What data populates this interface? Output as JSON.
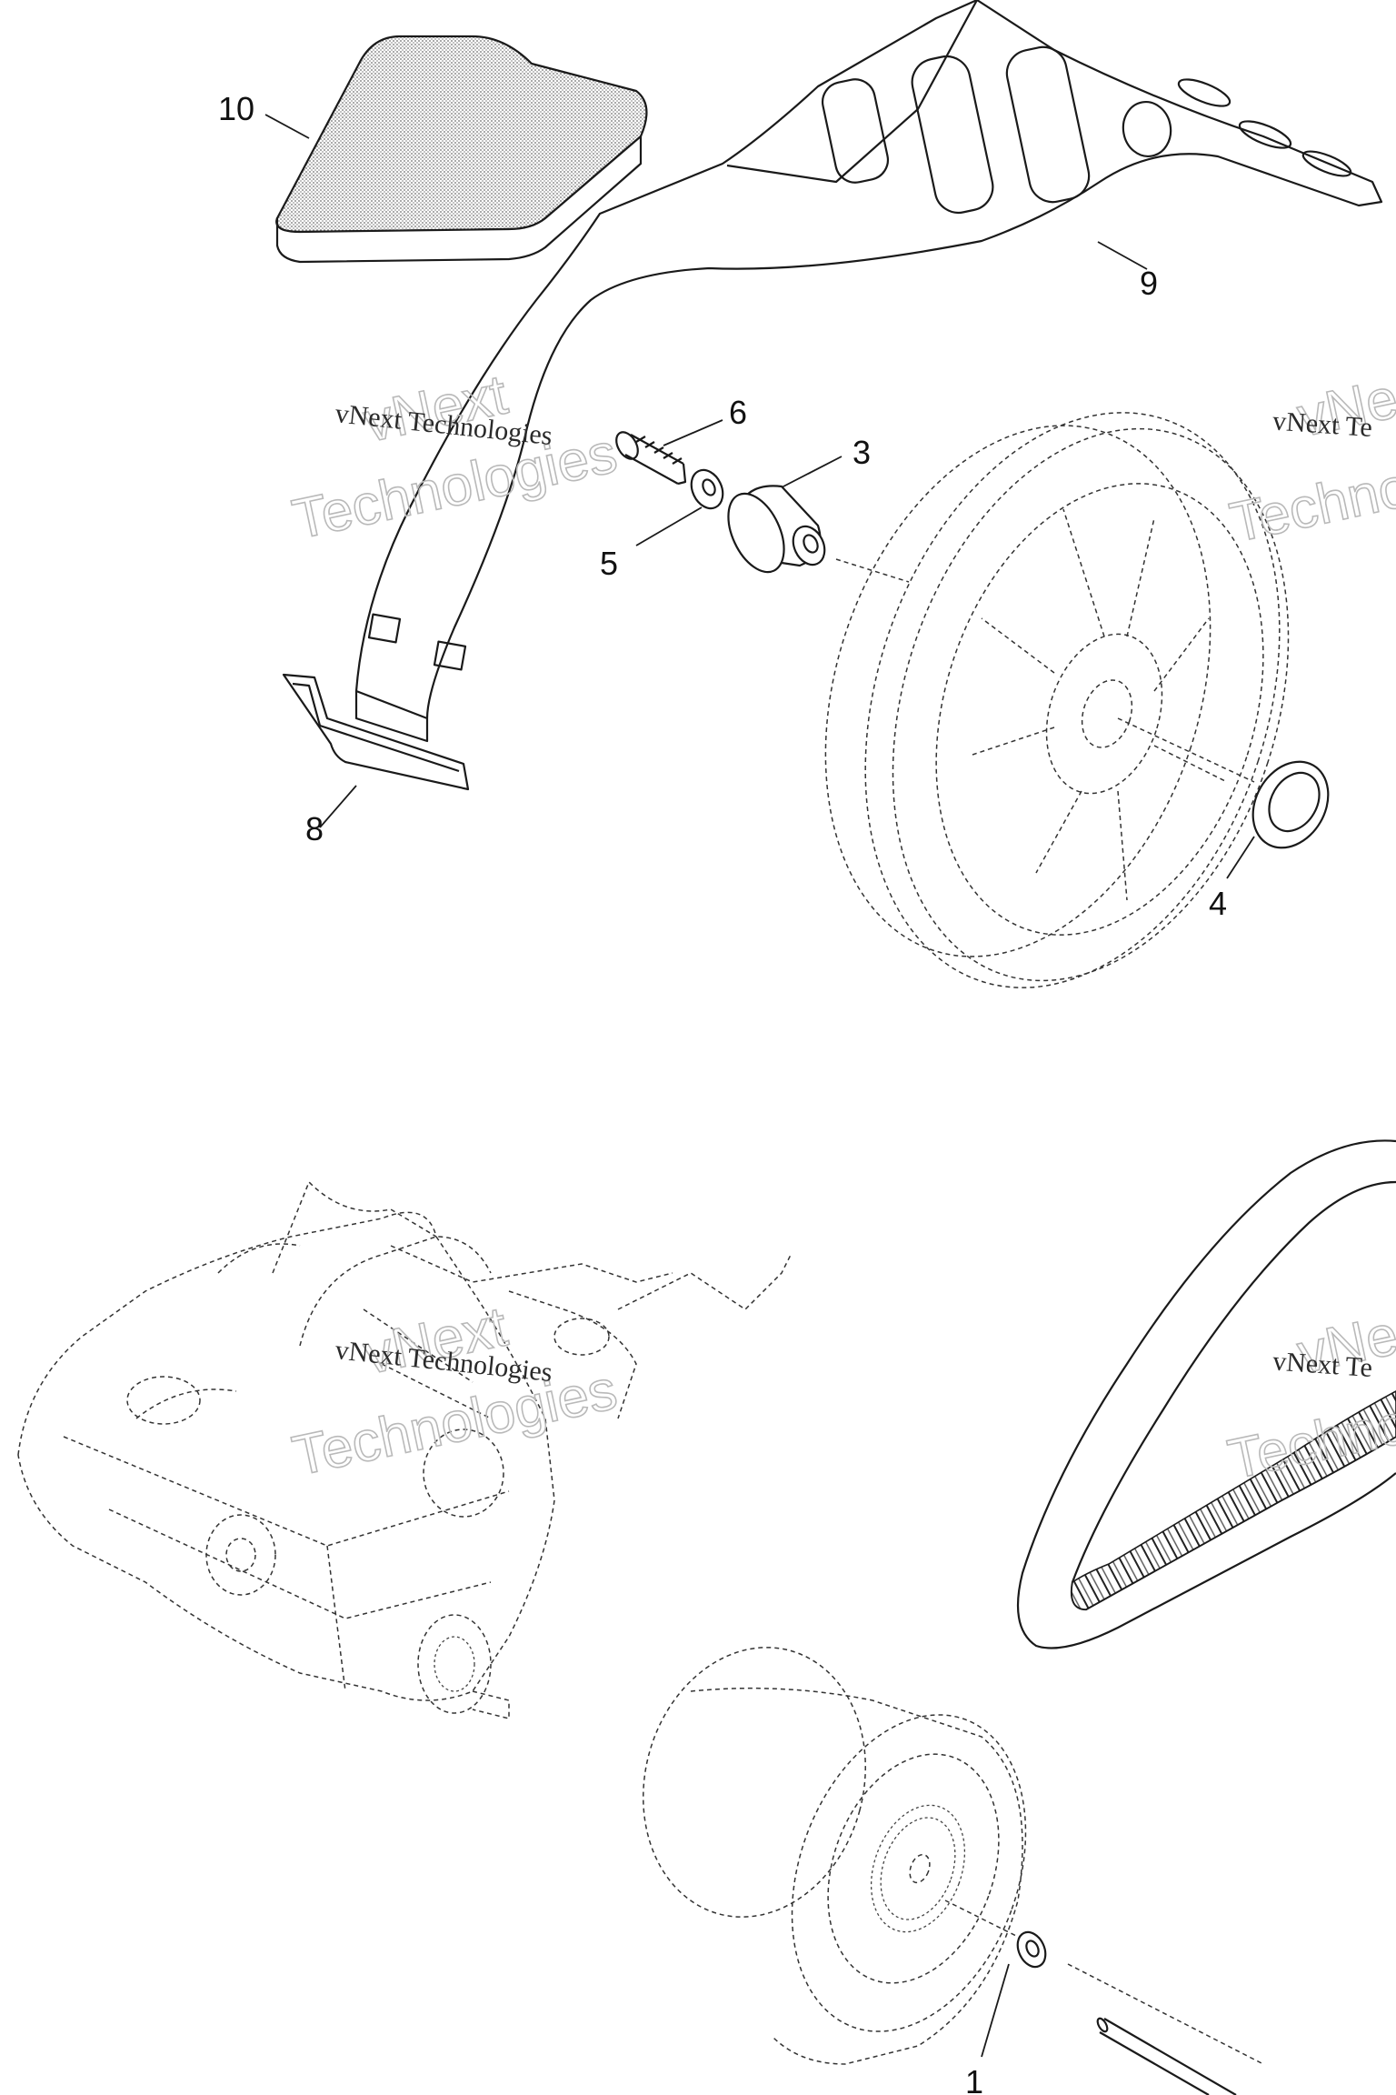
{
  "callouts": {
    "c10": "10",
    "c9": "9",
    "c6": "6",
    "c3": "3",
    "c5": "5",
    "c8": "8",
    "c4": "4",
    "c1": "1"
  },
  "watermark": {
    "line_small": "vNext Technologies",
    "line_big_1": "vNext",
    "line_big_2": "Technologies",
    "line_small_cut": "vNext Te",
    "line_big_cut_1": "vNe",
    "line_big_cut_2": "Techno"
  },
  "colors": {
    "line": "#1a1a1a",
    "watermark_outline": "#b9b9b9",
    "pad_texture": "#8a8a8a"
  }
}
